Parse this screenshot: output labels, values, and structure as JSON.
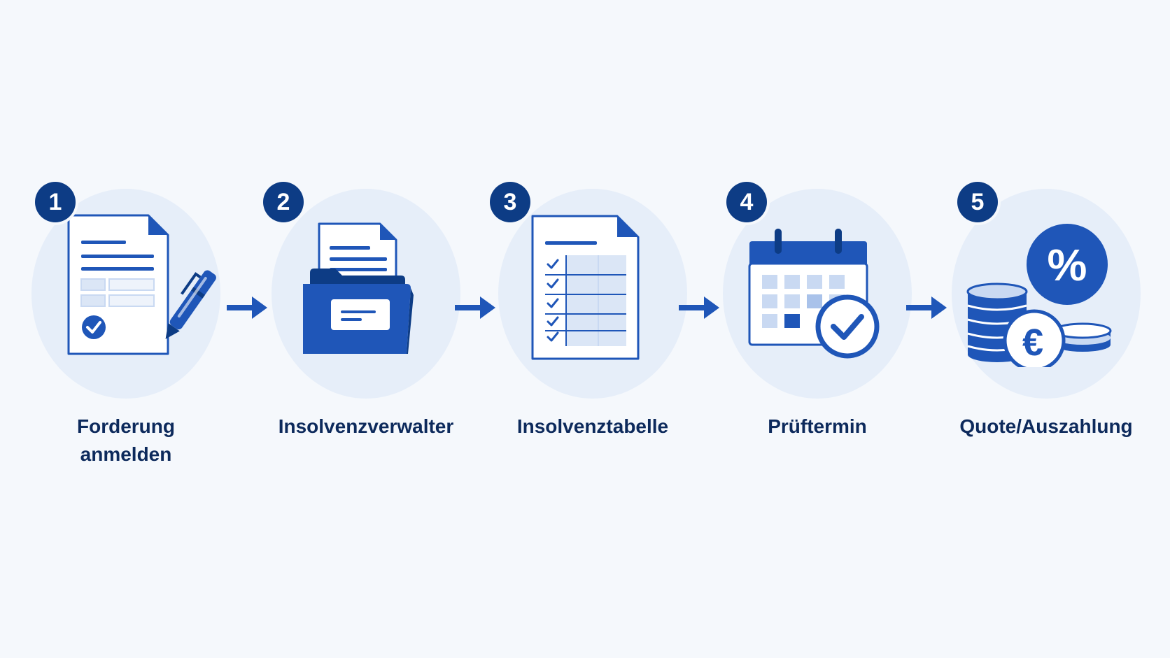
{
  "steps": [
    {
      "number": "1",
      "label_line1": "Forderung",
      "label_line2": "anmelden",
      "icon": "document-pen-icon"
    },
    {
      "number": "2",
      "label_line1": "Insolvenzverwalter",
      "label_line2": "",
      "icon": "folder-document-icon"
    },
    {
      "number": "3",
      "label_line1": "Insolvenztabelle",
      "label_line2": "",
      "icon": "checklist-table-icon"
    },
    {
      "number": "4",
      "label_line1": "Prüftermin",
      "label_line2": "",
      "icon": "calendar-check-icon"
    },
    {
      "number": "5",
      "label_line1": "Quote/Auszahlung",
      "label_line2": "",
      "icon": "coins-euro-percent-icon"
    }
  ],
  "colors": {
    "primary": "#1f56b8",
    "dark": "#0d3c85",
    "light": "#c9d9f2",
    "halo": "#e6eef9",
    "background": "#f5f8fc",
    "text": "#0d2a5c"
  }
}
